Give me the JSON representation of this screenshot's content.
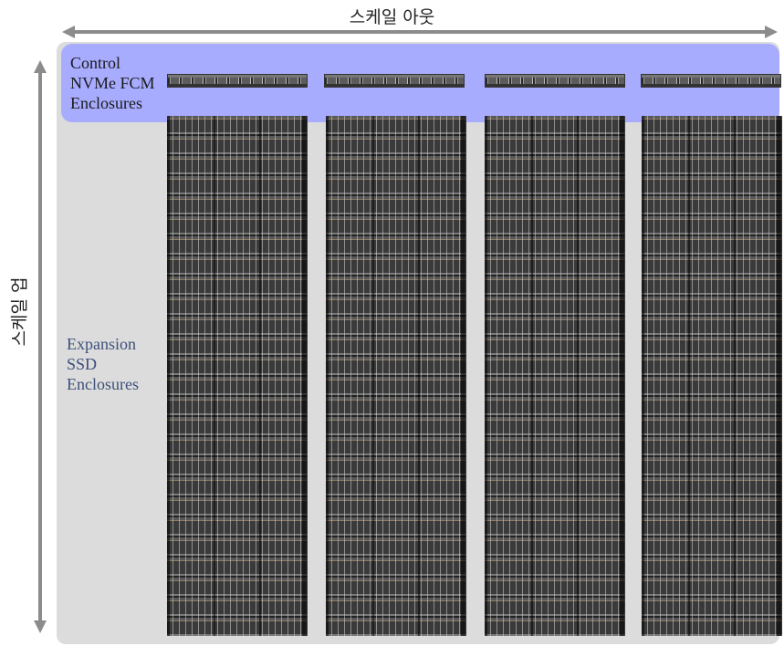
{
  "diagram": {
    "scale_out_label": "스케일 아웃",
    "scale_up_label": "스케일 업",
    "control_label": "Control NVMe FCM Enclosures",
    "control_label_lines": [
      "Control",
      "NVMe FCM",
      "Enclosures"
    ],
    "expansion_label_lines": [
      "Expansion",
      "SSD",
      "Enclosures"
    ],
    "colors": {
      "arrow": "#8c8c8c",
      "control_band": "#a8acff",
      "expansion_panel": "#dcdcdc",
      "expansion_text": "#3d4f7a"
    },
    "columns": [
      {
        "name": "column-1"
      },
      {
        "name": "column-2"
      },
      {
        "name": "column-3"
      },
      {
        "name": "column-4"
      }
    ]
  }
}
